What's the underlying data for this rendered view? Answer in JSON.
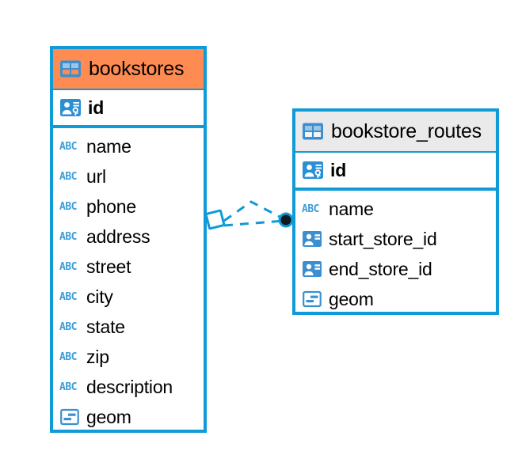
{
  "diagram": {
    "type": "entity-relationship-diagram",
    "background": "#ffffff",
    "accent_blue": "#0f9ad8",
    "accent_orange": "#fd8b52",
    "header_grey": "#eaeaea",
    "icon_blue": "#3b9dd8"
  },
  "entities": [
    {
      "name": "bookstores",
      "header_color": "#fd8b52",
      "table_icon": "table-icon",
      "primary_key": {
        "label": "id",
        "icon": "primary-key-icon",
        "bold": true
      },
      "fields": [
        {
          "label": "name",
          "icon": "text-abc-icon",
          "icon_text": "ABC"
        },
        {
          "label": "url",
          "icon": "text-abc-icon",
          "icon_text": "ABC"
        },
        {
          "label": "phone",
          "icon": "text-abc-icon",
          "icon_text": "ABC"
        },
        {
          "label": "address",
          "icon": "text-abc-icon",
          "icon_text": "ABC"
        },
        {
          "label": "street",
          "icon": "text-abc-icon",
          "icon_text": "ABC"
        },
        {
          "label": "city",
          "icon": "text-abc-icon",
          "icon_text": "ABC"
        },
        {
          "label": "state",
          "icon": "text-abc-icon",
          "icon_text": "ABC"
        },
        {
          "label": "zip",
          "icon": "text-abc-icon",
          "icon_text": "ABC"
        },
        {
          "label": "description",
          "icon": "text-abc-icon",
          "icon_text": "ABC"
        },
        {
          "label": "geom",
          "icon": "geometry-icon",
          "icon_text": ""
        }
      ]
    },
    {
      "name": "bookstore_routes",
      "header_color": "#eaeaea",
      "table_icon": "table-icon",
      "primary_key": {
        "label": "id",
        "icon": "primary-key-icon",
        "bold": true
      },
      "fields": [
        {
          "label": "name",
          "icon": "text-abc-icon",
          "icon_text": "ABC"
        },
        {
          "label": "start_store_id",
          "icon": "foreign-key-icon",
          "icon_text": ""
        },
        {
          "label": "end_store_id",
          "icon": "foreign-key-icon",
          "icon_text": ""
        },
        {
          "label": "geom",
          "icon": "geometry-icon",
          "icon_text": ""
        }
      ]
    }
  ],
  "relationship": {
    "line_style": "dashed",
    "color": "#0f9ad8",
    "source_marker": "diamond-outline",
    "target_marker": "filled-circle",
    "source_entity": "bookstores",
    "target_entity": "bookstore_routes"
  }
}
